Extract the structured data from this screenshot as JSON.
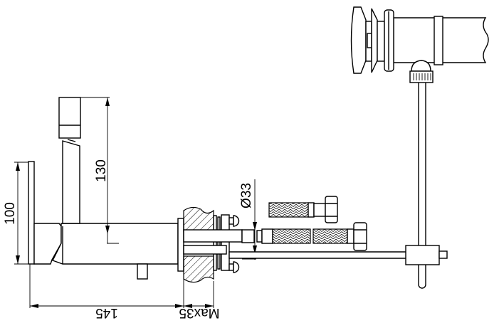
{
  "drawing": {
    "dimensions": {
      "height_plate": "100",
      "spout_height": "130",
      "diameter": "Ø33",
      "projection": "145",
      "max_thickness": "Max35"
    },
    "line_color": "#000000",
    "background": "#ffffff"
  }
}
